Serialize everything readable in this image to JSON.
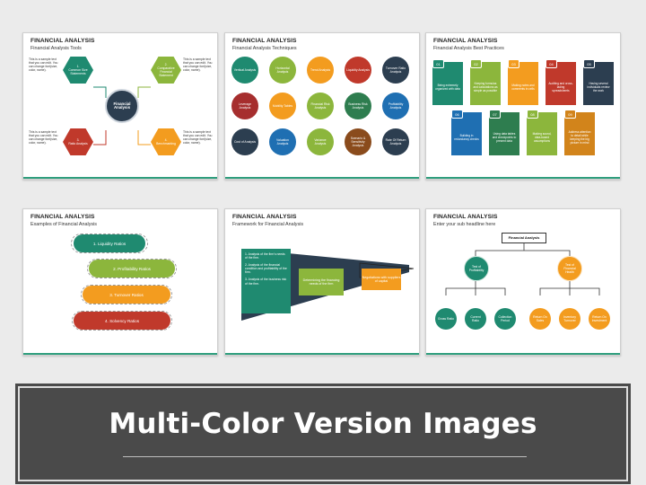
{
  "colors": {
    "teal": "#1f8a70",
    "green": "#8cb63c",
    "orange": "#f39c1f",
    "red": "#c0392b",
    "dark_red": "#a62e2e",
    "navy": "#2c3e50",
    "blue": "#1f6fb2",
    "brown": "#8a4b1c",
    "dark_green": "#2e7d4f",
    "banner": "#4a4a4a",
    "footer_line": "#2f9e7d"
  },
  "slides": [
    {
      "title": "FINANCIAL ANALYSIS",
      "subtitle": "Financial Analysis Tools",
      "center": "Financial Analysis",
      "hexes": [
        {
          "label": "1.\nCommon Size Statements"
        },
        {
          "label": "2.\nComparative Financial Statement"
        },
        {
          "label": "3.\nRatio Analysis"
        },
        {
          "label": "4.\nBenchmarking"
        }
      ],
      "sample_text": "This is a sample text that you can edit. You can change font(size, color, name)."
    },
    {
      "title": "FINANCIAL ANALYSIS",
      "subtitle": "Financial Analysis Techniques",
      "items": [
        "Vertical Analysis",
        "Horizontal Analysis",
        "Trend Analysis",
        "Liquidity Analysis",
        "Turnover Ratio Analysis",
        "Leverage Analysis",
        "Mobility Tables",
        "Financial Risk Analysis",
        "Business Risk Analysis",
        "Profitability Analysis",
        "Cost of Analysis",
        "Valuation Analysis",
        "Variance Analysis",
        "Scenario & Sensitivity Analysis",
        "Rate Of Return Analysis"
      ]
    },
    {
      "title": "FINANCIAL ANALYSIS",
      "subtitle": "Financial Analysis Best Practices",
      "cards": [
        {
          "num": "01",
          "text": "Being extremely organized with data"
        },
        {
          "num": "02",
          "text": "Keeping formulas and calculations as simple as possible"
        },
        {
          "num": "03",
          "text": "Making notes and comments in cells"
        },
        {
          "num": "04",
          "text": "Auditing and cross-lading spreadsheets"
        },
        {
          "num": "05",
          "text": "Having several individuals review the work"
        },
        {
          "num": "06",
          "text": "Building in redundancy checks"
        },
        {
          "num": "07",
          "text": "Using data tables and checkpoints to present data"
        },
        {
          "num": "08",
          "text": "Making sound, data-based assumptions"
        },
        {
          "num": "09",
          "text": "Address attention to detail while keeping the big picture in mind"
        }
      ]
    },
    {
      "title": "FINANCIAL ANALYSIS",
      "subtitle": "Examples of Financial Analysis",
      "ratios": [
        "1. Liquidity Ratios",
        "2. Profitability Ratios",
        "3. Turnover Ratios",
        "4. Solvency Ratios"
      ]
    },
    {
      "title": "FINANCIAL ANALYSIS",
      "subtitle": "Framework for Financial Analysis",
      "list": [
        "1. Analysis of the firm's needs of the firm.",
        "2. Analysis of the financial condition and profitability of the firm.",
        "3. Analysis of the business risk of the firm."
      ],
      "middle": "Determining the financing needs of the firm",
      "right": "Negotiations with suppliers of capital"
    },
    {
      "title": "FINANCIAL ANALYSIS",
      "subtitle": "Enter your sub headline here",
      "root": "Financial Analysis",
      "branches": [
        {
          "label": "Test of Profitability",
          "children": [
            "Gross Ratio",
            "Current Ratio",
            "Collection Period"
          ]
        },
        {
          "label": "Test of Financial Health",
          "children": [
            "Return On Sales",
            "Inventory Turnover",
            "Return On Investment"
          ]
        }
      ]
    }
  ],
  "banner": {
    "title": "Multi-Color Version Images"
  }
}
